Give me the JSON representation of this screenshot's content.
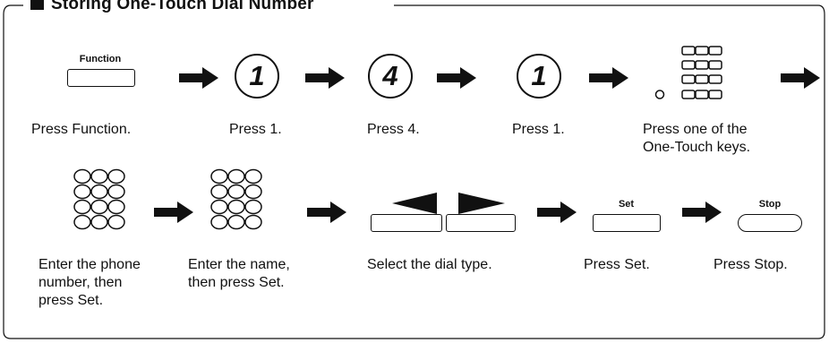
{
  "section": {
    "title": "Storing One-Touch Dial Number"
  },
  "buttons": {
    "function_label": "Function",
    "set_label": "Set",
    "stop_label": "Stop"
  },
  "digits": {
    "d1": "1",
    "d2": "4",
    "d3": "1"
  },
  "captions": {
    "press_function": "Press Function.",
    "press_1_a": "Press 1.",
    "press_4": "Press 4.",
    "press_1_b": "Press 1.",
    "press_one_touch_line1": "Press one of the",
    "press_one_touch_line2": "One-Touch keys.",
    "enter_phone_line1": "Enter the phone",
    "enter_phone_line2": "number, then",
    "enter_phone_line3": "press Set.",
    "enter_name_line1": "Enter the name,",
    "enter_name_line2": "then press Set.",
    "select_dial_type": "Select the dial type.",
    "press_set": "Press Set.",
    "press_stop": "Press Stop."
  },
  "icons": {
    "arrow": "right-arrow-icon",
    "keypad": "keypad-icon",
    "one_touch_keys": "one-touch-keys-icon",
    "left_triangle": "left-triangle-icon",
    "right_triangle": "right-triangle-icon"
  }
}
